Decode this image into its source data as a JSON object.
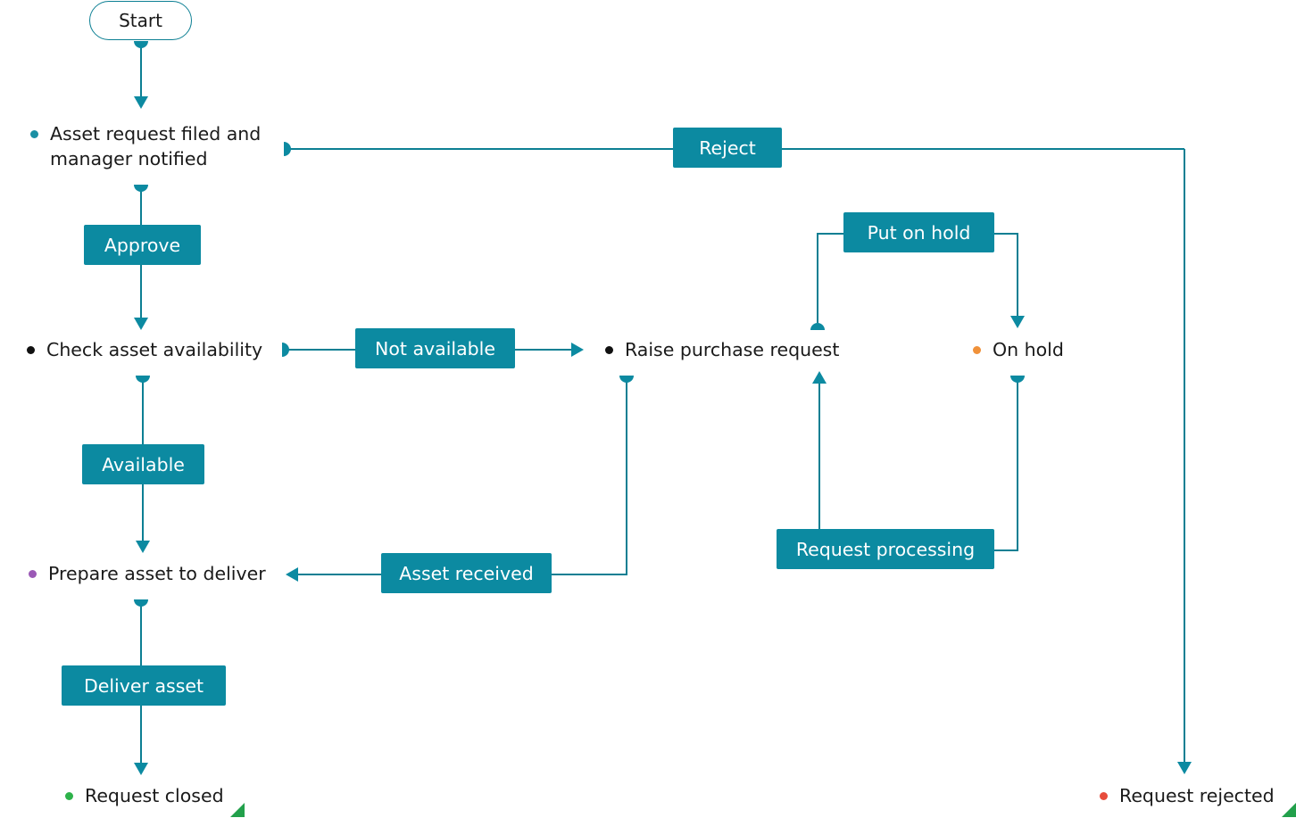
{
  "diagram": {
    "start": {
      "label": "Start"
    },
    "states": {
      "filed": {
        "label": "Asset request filed and\nmanager notified",
        "dot_color": "#1a8fa3"
      },
      "check": {
        "label": "Check asset availability",
        "dot_color": "#111111"
      },
      "raise": {
        "label": "Raise purchase request",
        "dot_color": "#111111"
      },
      "hold": {
        "label": "On hold",
        "dot_color": "#f0913a"
      },
      "prepare": {
        "label": "Prepare asset to deliver",
        "dot_color": "#9b59b6"
      },
      "closed": {
        "label": "Request closed",
        "dot_color": "#2db24a"
      },
      "rejected": {
        "label": "Request rejected",
        "dot_color": "#e74c3c"
      }
    },
    "transitions": {
      "reject": "Reject",
      "approve": "Approve",
      "put_on_hold": "Put on hold",
      "not_available": "Not available",
      "available": "Available",
      "asset_received": "Asset received",
      "request_processing": "Request processing",
      "deliver_asset": "Deliver asset"
    },
    "colors": {
      "line": "#0c7f93",
      "transition_fill": "#0c8aa1",
      "terminal_marker": "#22a04b"
    }
  }
}
